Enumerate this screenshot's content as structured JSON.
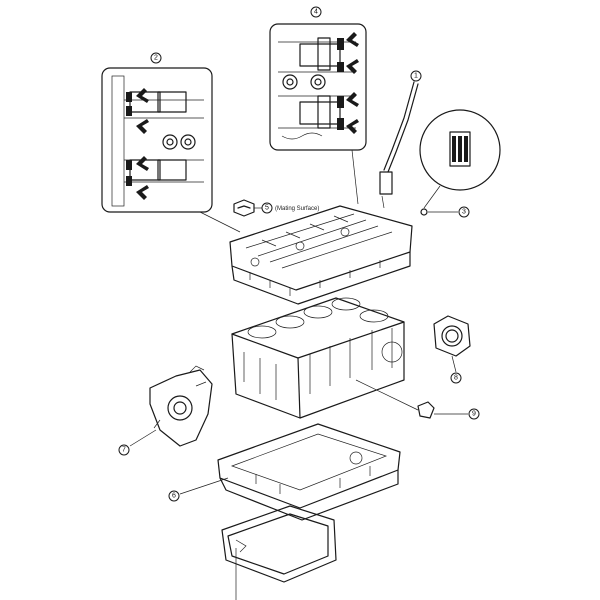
{
  "callouts": {
    "c1": "1",
    "c2": "2",
    "c3": "3",
    "c4": "4",
    "c5": "5",
    "c6": "6",
    "c7": "7",
    "c8": "8",
    "c9": "9"
  },
  "notes": {
    "mating_surface": "(Mating Surface)"
  }
}
